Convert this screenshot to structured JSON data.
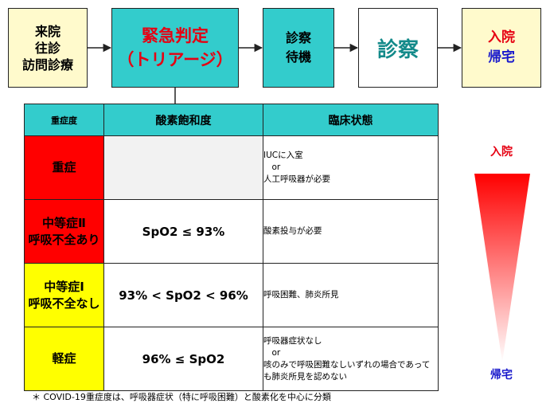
{
  "flow": [
    {
      "lines": [
        "来院",
        "往診",
        "訪問診療"
      ]
    },
    {
      "lines": [
        "緊急判定",
        "（トリアージ）"
      ]
    },
    {
      "lines": [
        "診察",
        "待機"
      ]
    },
    {
      "lines": [
        "診察"
      ]
    },
    {
      "lines": [
        "入院",
        "帰宅"
      ]
    }
  ],
  "table": {
    "headers": [
      "重症度",
      "酸素飽和度",
      "臨床状態"
    ],
    "rows": [
      {
        "severity": [
          "重症"
        ],
        "spo2": "",
        "clinical": [
          "IUCに入室",
          "　or",
          "人工呼吸器が必要"
        ],
        "severity_color": "#ff0000"
      },
      {
        "severity": [
          "中等症Ⅱ",
          "呼吸不全あり"
        ],
        "spo2": "SpO2 ≤ 93%",
        "clinical": [
          "酸素投与が必要"
        ],
        "severity_color": "#ff0000"
      },
      {
        "severity": [
          "中等症Ⅰ",
          "呼吸不全なし"
        ],
        "spo2": "93% < SpO2 < 96%",
        "clinical": [
          "呼吸困難、肺炎所見"
        ],
        "severity_color": "#ffff00"
      },
      {
        "severity": [
          "軽症"
        ],
        "spo2": "96% ≤ SpO2",
        "clinical": [
          "呼吸器症状なし",
          "　or",
          "咳のみで呼吸困難なしいずれの場合であっても肺炎所見を認めない"
        ],
        "severity_color": "#ffff00"
      }
    ]
  },
  "scale": {
    "top_label": "入院",
    "bottom_label": "帰宅",
    "gradient_top": "#ff0000",
    "gradient_bottom": "#ffffff"
  },
  "footnote": "＊ COVID-19重症度は、呼吸器症状（特に呼吸困難）と酸素化を中心に分類",
  "colors": {
    "teal": "#33cccc",
    "cream": "#fffacc",
    "red_text": "#e60012",
    "blue_text": "#1a1acc"
  }
}
